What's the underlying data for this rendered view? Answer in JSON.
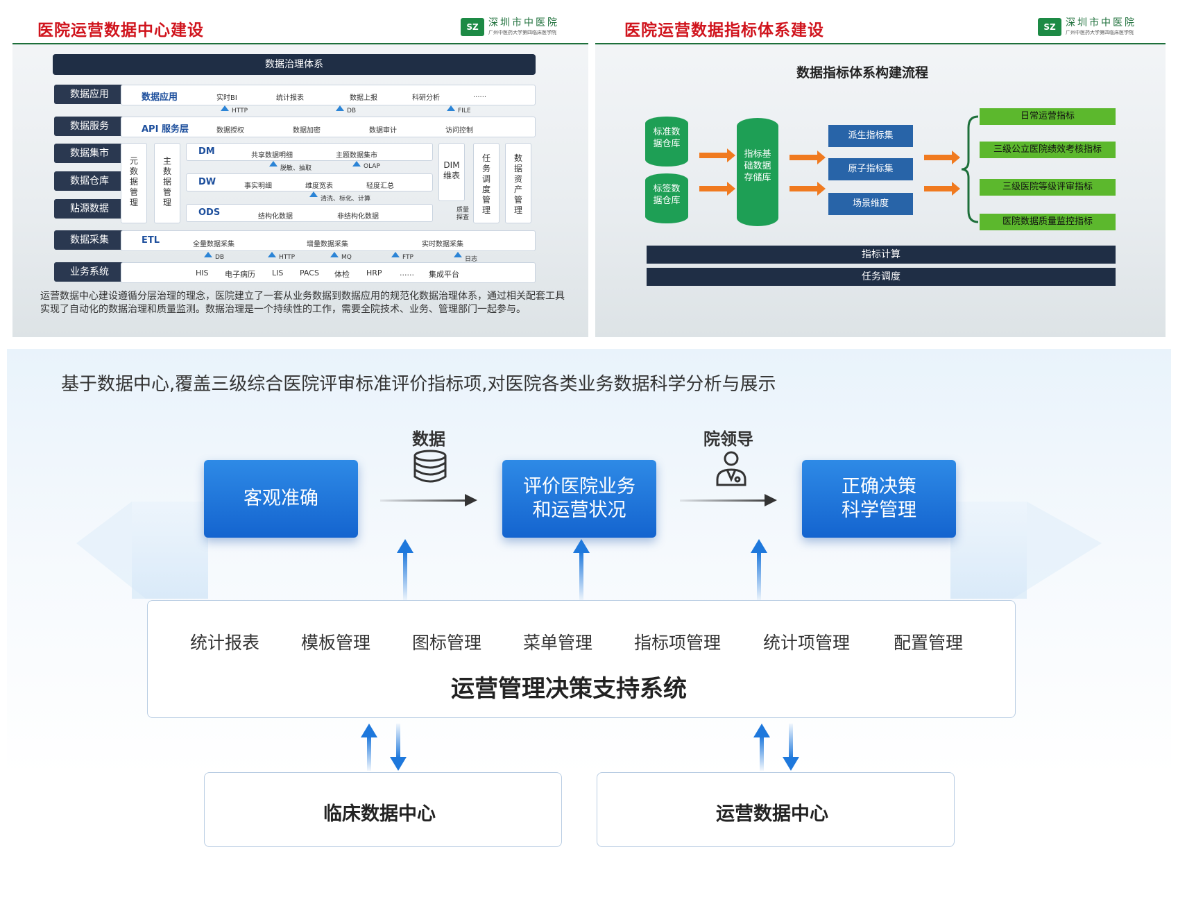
{
  "slide1": {
    "title": "医院运营数据中心建设",
    "logo": {
      "mark": "SZ",
      "name": "深圳市中医院",
      "subtitle": "广州中医药大学第四临床医学院"
    },
    "governance_bar": "数据治理体系",
    "layers": [
      "数据应用",
      "数据服务",
      "数据集市",
      "数据仓库",
      "贴源数据",
      "数据采集",
      "业务系统"
    ],
    "app_row": {
      "head": "数据应用",
      "items": [
        "实时BI",
        "统计报表",
        "数据上报",
        "科研分析",
        "......"
      ]
    },
    "app_arrows": [
      "HTTP",
      "DB",
      "FILE"
    ],
    "service_row": {
      "head": "API 服务层",
      "items": [
        "数据授权",
        "数据加密",
        "数据审计",
        "访问控制"
      ]
    },
    "side_left": [
      "元数据管理",
      "主数据管理"
    ],
    "dm_row": {
      "head": "DM",
      "items": [
        "共享数据明细",
        "主题数据集市"
      ]
    },
    "dm_arrows": [
      "脱敏、抽取",
      "OLAP"
    ],
    "dw_row": {
      "head": "DW",
      "items": [
        "事实明细",
        "维度宽表",
        "轻度汇总"
      ]
    },
    "dw_arrows": [
      "清洗、标化、计算"
    ],
    "ods_row": {
      "head": "ODS",
      "items": [
        "结构化数据",
        "非结构化数据"
      ]
    },
    "dim": "DIM维表",
    "quality": "质量探查",
    "side_right": [
      "任务调度管理",
      "数据资产管理"
    ],
    "etl_row": {
      "head": "ETL",
      "items": [
        "全量数据采集",
        "增量数据采集",
        "实时数据采集"
      ]
    },
    "etl_arrows": [
      "DB",
      "HTTP",
      "MQ",
      "FTP",
      "日志"
    ],
    "biz_row": {
      "items": [
        "HIS",
        "电子病历",
        "LIS",
        "PACS",
        "体检",
        "HRP",
        "......",
        "集成平台"
      ]
    },
    "paragraph": "运营数据中心建设遵循分层治理的理念，医院建立了一套从业务数据到数据应用的规范化数据治理体系，通过相关配套工具实现了自动化的数据治理和质量监测。数据治理是一个持续性的工作，需要全院技术、业务、管理部门一起参与。"
  },
  "slide2": {
    "title": "医院运营数据指标体系建设",
    "logo": {
      "mark": "SZ",
      "name": "深圳市中医院",
      "subtitle": "广州中医药大学第四临床医学院"
    },
    "subtitle": "数据指标体系构建流程",
    "sources": [
      "标准数据仓库",
      "标签数据仓库"
    ],
    "center": "指标基础数据存储库",
    "sets": [
      "派生指标集",
      "原子指标集",
      "场景维度"
    ],
    "outputs": [
      "日常运营指标",
      "三级公立医院绩效考核指标",
      "三级医院等级评审指标",
      "医院数据质量监控指标"
    ],
    "bars": [
      "指标计算",
      "任务调度"
    ],
    "colors": {
      "green": "#5cb82d",
      "blue": "#2864a8",
      "orange": "#f07a1f",
      "dark": "#1f2e45"
    }
  },
  "main": {
    "headline": "基于数据中心,覆盖三级综合医院评审标准评价指标项,对医院各类业务数据科学分析与展示",
    "flow_boxes": [
      "客观准确",
      "评价医院业务\n和运营状况",
      "正确决策\n科学管理"
    ],
    "arrow_labels": [
      "数据",
      "院领导"
    ],
    "icons": [
      "database-icon",
      "doctor-icon"
    ],
    "modules": [
      "统计报表",
      "模板管理",
      "图标管理",
      "菜单管理",
      "指标项管理",
      "统计项管理",
      "配置管理"
    ],
    "system_title": "运营管理决策支持系统",
    "centers": [
      "临床数据中心",
      "运营数据中心"
    ],
    "colors": {
      "accent": "#1464cf",
      "arrow": "#1e78dc"
    }
  }
}
